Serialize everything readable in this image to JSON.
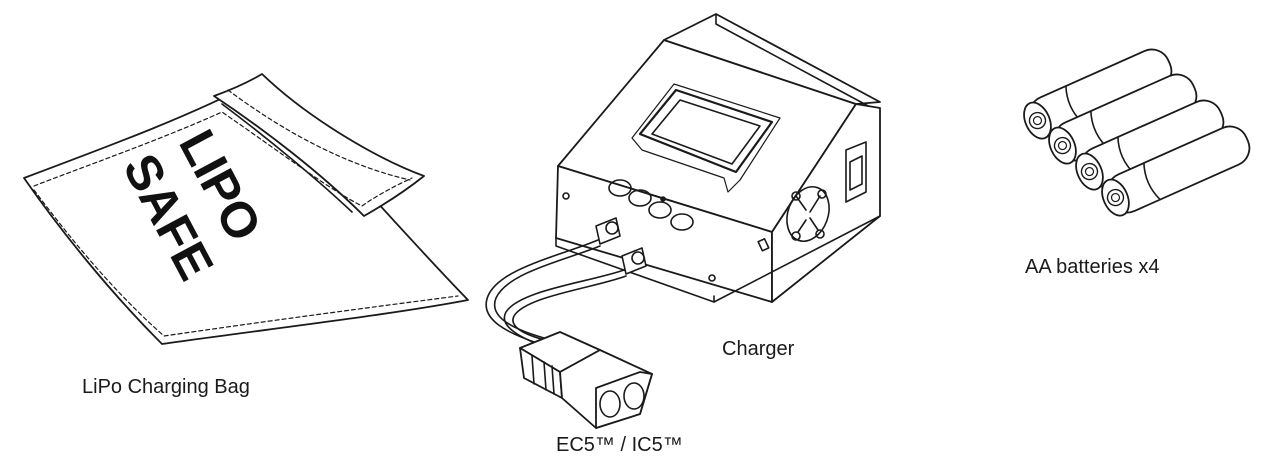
{
  "items": {
    "bag": {
      "caption": "LiPo Charging Bag",
      "print_line1": "LIPO",
      "print_line2": "SAFE"
    },
    "charger": {
      "caption": "Charger"
    },
    "batteries": {
      "caption": "AA batteries x4",
      "count": 4
    },
    "connector": {
      "caption": "EC5™ / IC5™"
    }
  },
  "colors": {
    "line": "#1a1a1a",
    "fill": "#ffffff",
    "print": "#111111"
  }
}
